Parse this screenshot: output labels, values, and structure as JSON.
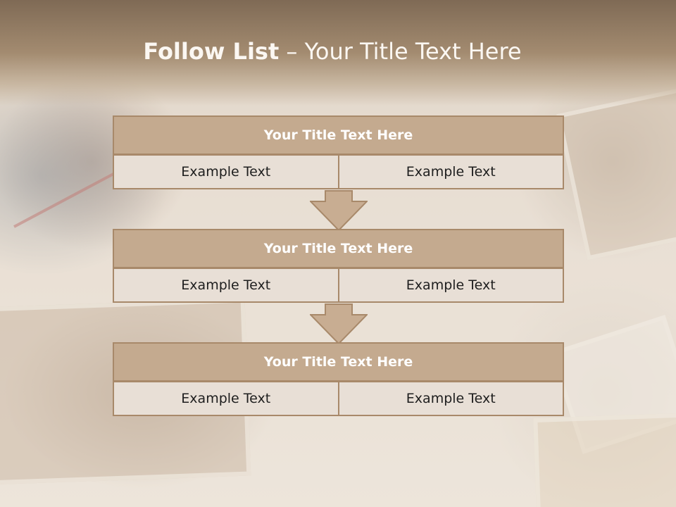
{
  "slide": {
    "title_bold": "Follow List",
    "title_rest": " – Your Title Text Here"
  },
  "colors": {
    "header": "#a38b70",
    "block_title_fill": "#c4aa8f",
    "block_border": "#a8896a",
    "cell_fill": "#e8dfd6",
    "arrow_fill": "#c8ad92"
  },
  "blocks": [
    {
      "title": "Your Title Text Here",
      "cells": [
        "Example Text",
        "Example Text"
      ]
    },
    {
      "title": "Your Title Text Here",
      "cells": [
        "Example Text",
        "Example Text"
      ]
    },
    {
      "title": "Your Title Text Here",
      "cells": [
        "Example Text",
        "Example Text"
      ]
    }
  ],
  "connectors": [
    "down-arrow-icon",
    "down-arrow-icon"
  ]
}
